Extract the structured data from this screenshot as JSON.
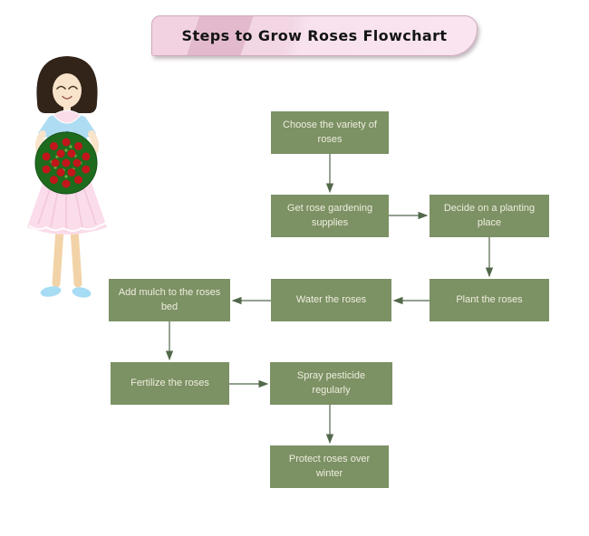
{
  "title": "Steps to Grow Roses Flowchart",
  "nodes": [
    {
      "id": "choose",
      "label": "Choose the variety of roses"
    },
    {
      "id": "supplies",
      "label": "Get rose gardening supplies"
    },
    {
      "id": "decide",
      "label": "Decide on a planting place"
    },
    {
      "id": "plant",
      "label": "Plant the roses"
    },
    {
      "id": "water",
      "label": "Water the roses"
    },
    {
      "id": "mulch",
      "label": "Add mulch to the roses bed"
    },
    {
      "id": "fertilize",
      "label": "Fertilize the roses"
    },
    {
      "id": "spray",
      "label": "Spray pesticide regularly"
    },
    {
      "id": "protect",
      "label": "Protect roses over winter"
    }
  ],
  "edges": [
    {
      "from": "choose",
      "to": "supplies"
    },
    {
      "from": "supplies",
      "to": "decide"
    },
    {
      "from": "decide",
      "to": "plant"
    },
    {
      "from": "plant",
      "to": "water"
    },
    {
      "from": "water",
      "to": "mulch"
    },
    {
      "from": "mulch",
      "to": "fertilize"
    },
    {
      "from": "fertilize",
      "to": "spray"
    },
    {
      "from": "spray",
      "to": "protect"
    }
  ],
  "illustration": {
    "name": "girl-holding-rose-bouquet",
    "description": "Cartoon girl with dark bob hair, blue blouse, pink skirt, holding a round bouquet of red roses"
  },
  "colors": {
    "node_fill": "#7c9164",
    "node_text": "#efeede",
    "arrow": "#52684a",
    "banner_base": "#f2d2e1",
    "banner_stripe": "#e3bacd",
    "banner_light": "#f9e4ef",
    "rose_red": "#c2161b",
    "bouquet_green": "#1e6b1d"
  }
}
